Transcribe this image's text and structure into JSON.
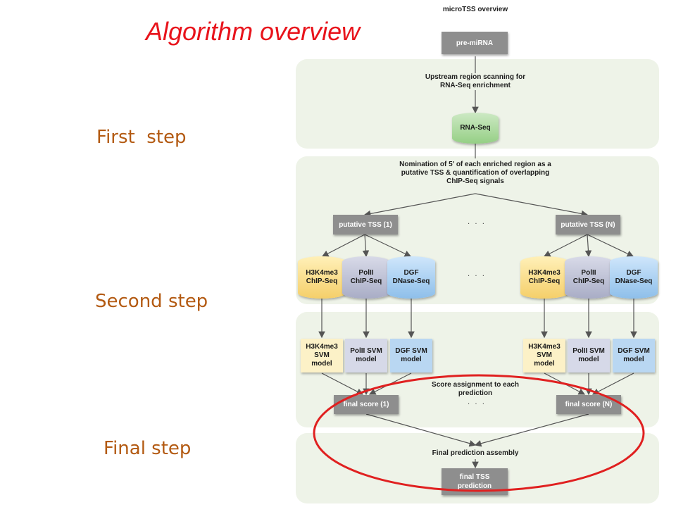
{
  "slide": {
    "title": "Algorithm overview",
    "steps": [
      "First  step",
      "Second step",
      "Final step"
    ]
  },
  "diagram": {
    "header": "microTSS overview",
    "pre_mirna": "pre-miRNA",
    "scan_text": "Upstream region scanning for\nRNA-Seq enrichment",
    "rnaseq": "RNA-Seq",
    "nomination_text": "Nomination of 5' of each enriched region as a\nputative TSS & quantification of overlapping\nChIP-Seq signals",
    "tss_left": "putative TSS (1)",
    "tss_right": "putative TSS (N)",
    "h3k4": "H3K4me3\nChIP-Seq",
    "polii": "PolII\nChIP-Seq",
    "dgf": "DGF\nDNase-Seq",
    "h3k4_svm": "H3K4me3\nSVM\nmodel",
    "polii_svm": "PolII SVM\nmodel",
    "dgf_svm": "DGF SVM\nmodel",
    "score_text": "Score assignment to each\nprediction",
    "final_left": "final score (1)",
    "final_right": "final score (N)",
    "assembly_text": "Final prediction assembly",
    "final_tss": "final TSS\nprediction",
    "ellipsis": ". . ."
  },
  "colors": {
    "title": "#e8131b",
    "step_label": "#b35a12",
    "panel": "#eef3e8",
    "box": "#8e8e8e",
    "highlight_ring": "#e02020"
  }
}
